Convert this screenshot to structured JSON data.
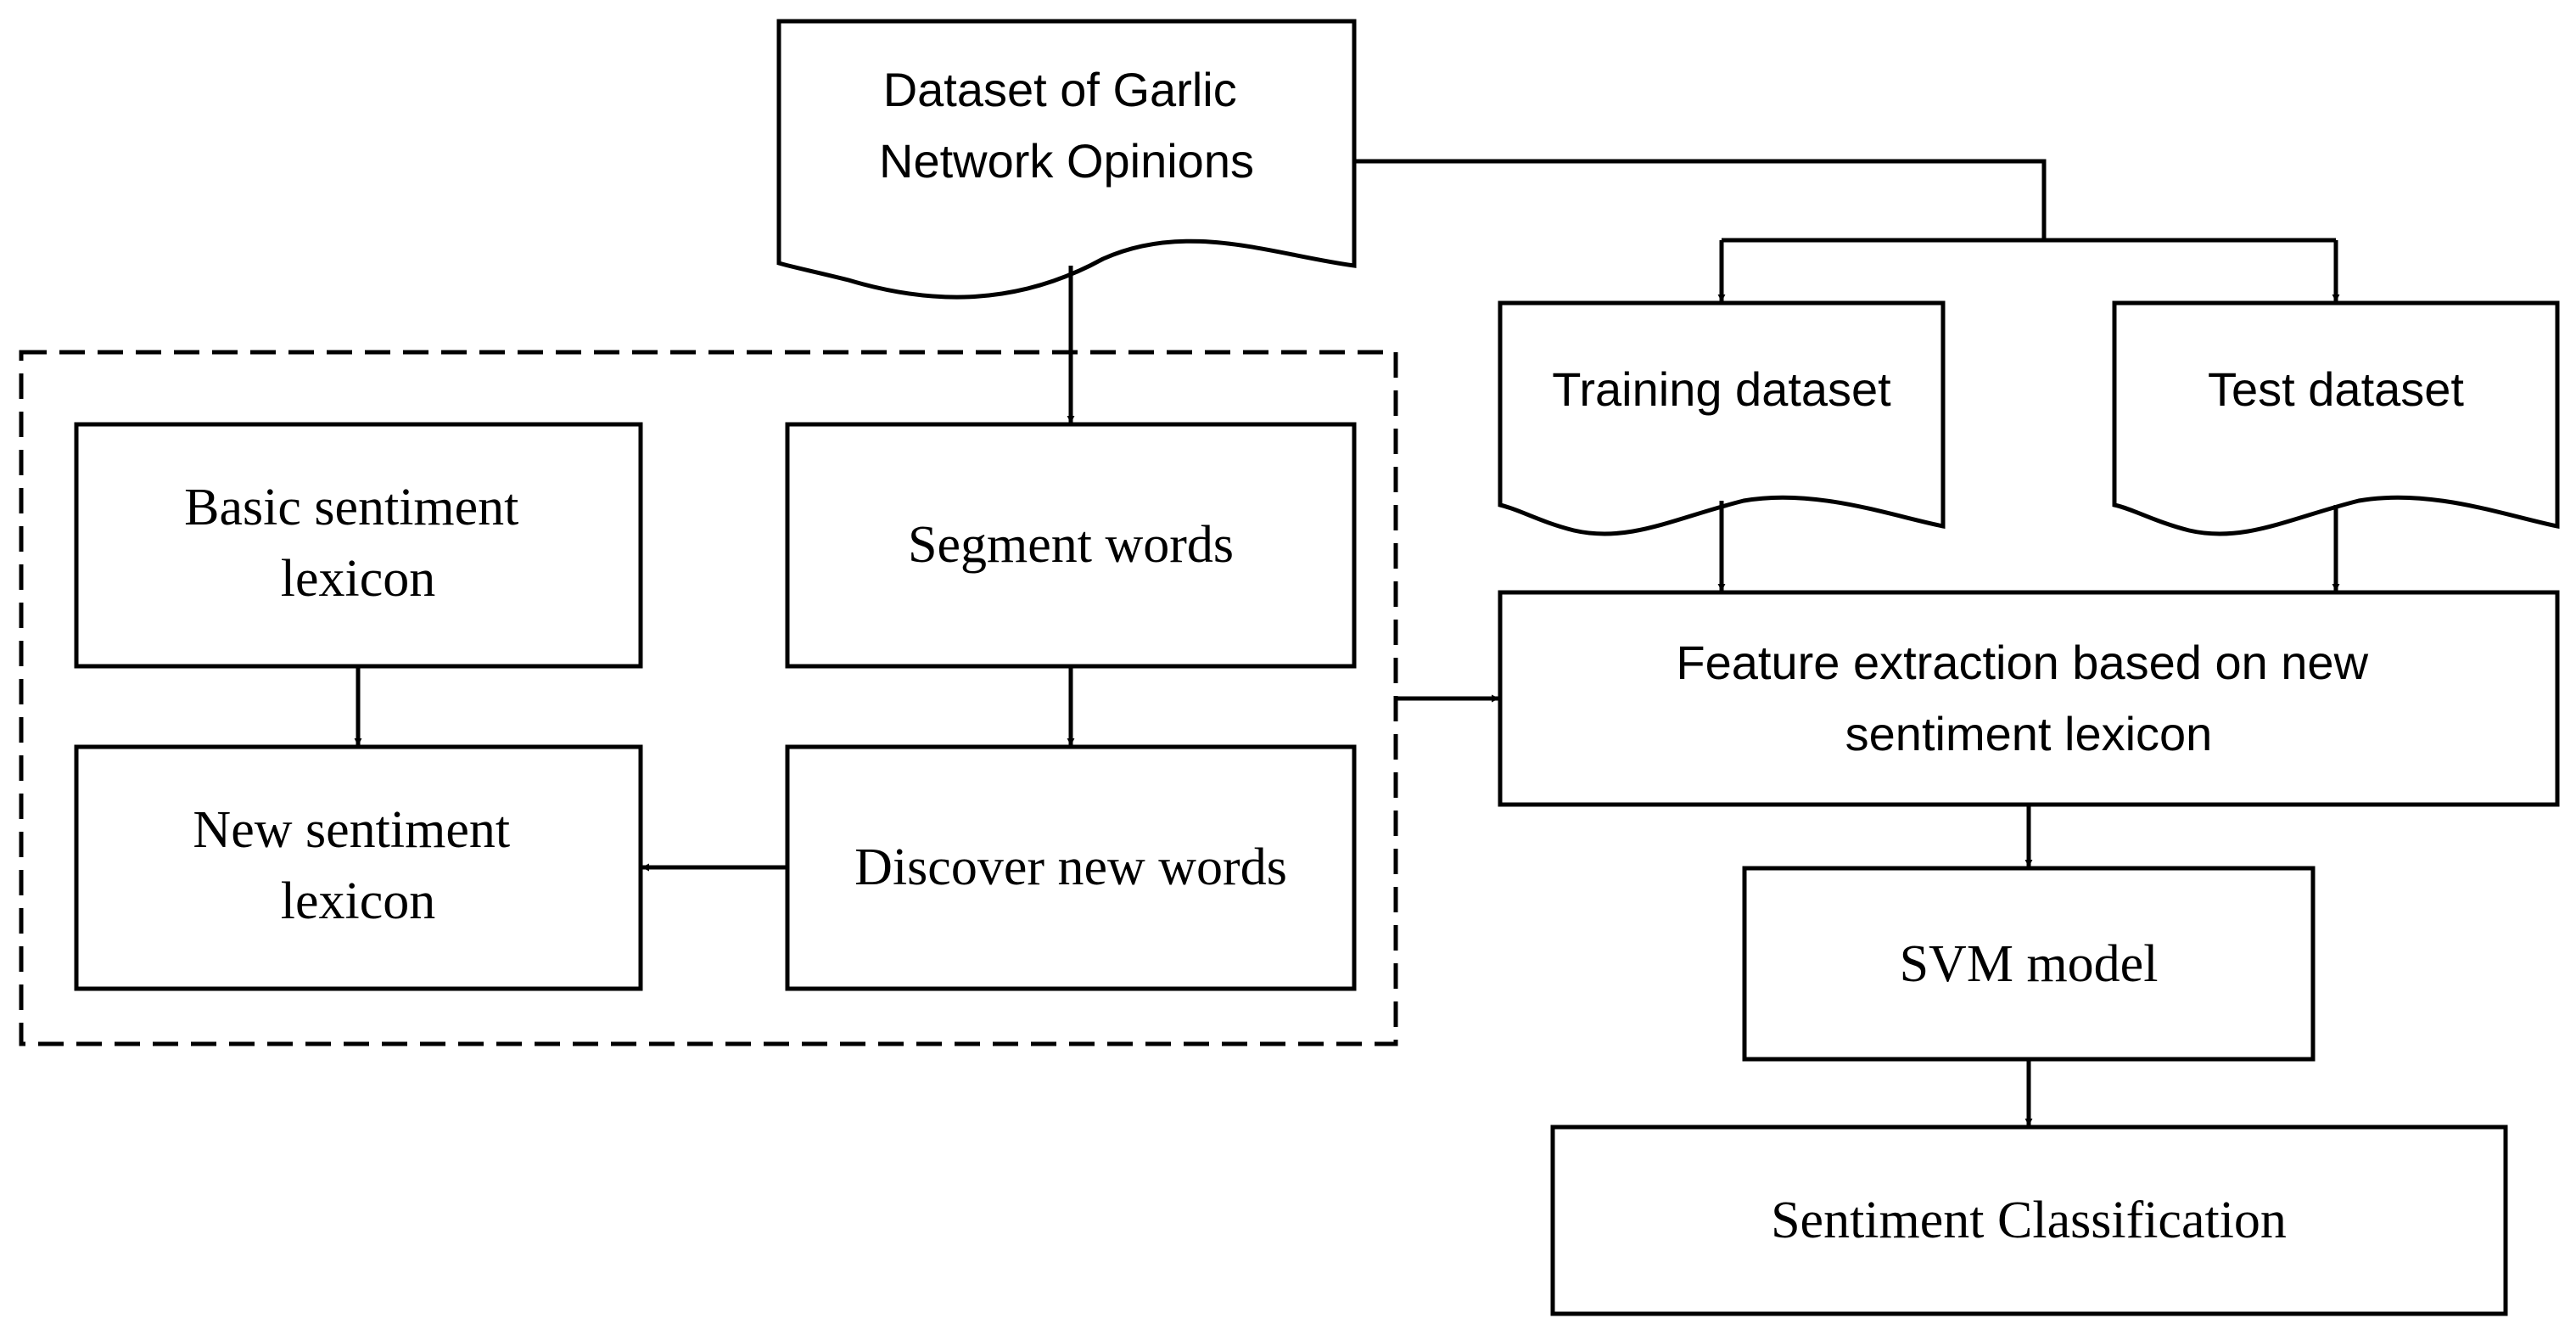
{
  "nodes": {
    "dataset": {
      "lines": [
        "Dataset of Garlic",
        "Network Opinions"
      ]
    },
    "training": {
      "lines": [
        "Training dataset"
      ]
    },
    "test": {
      "lines": [
        "Test dataset"
      ]
    },
    "basic_lexicon": {
      "lines": [
        "Basic sentiment",
        "lexicon"
      ]
    },
    "segment": {
      "lines": [
        "Segment words"
      ]
    },
    "new_lexicon": {
      "lines": [
        "New sentiment",
        "lexicon"
      ]
    },
    "discover": {
      "lines": [
        "Discover new words"
      ]
    },
    "feature": {
      "lines": [
        "Feature extraction based on new",
        "sentiment lexicon"
      ]
    },
    "svm": {
      "lines": [
        "SVM model"
      ]
    },
    "classification": {
      "lines": [
        "Sentiment Classification"
      ]
    }
  },
  "edges": [
    {
      "from": "dataset",
      "to": "segment"
    },
    {
      "from": "dataset",
      "to": "training"
    },
    {
      "from": "dataset",
      "to": "test"
    },
    {
      "from": "training",
      "to": "feature"
    },
    {
      "from": "test",
      "to": "feature"
    },
    {
      "from": "basic_lexicon",
      "to": "new_lexicon"
    },
    {
      "from": "segment",
      "to": "discover"
    },
    {
      "from": "discover",
      "to": "new_lexicon"
    },
    {
      "from": "lexicon_group",
      "to": "feature"
    },
    {
      "from": "feature",
      "to": "svm"
    },
    {
      "from": "svm",
      "to": "classification"
    }
  ]
}
